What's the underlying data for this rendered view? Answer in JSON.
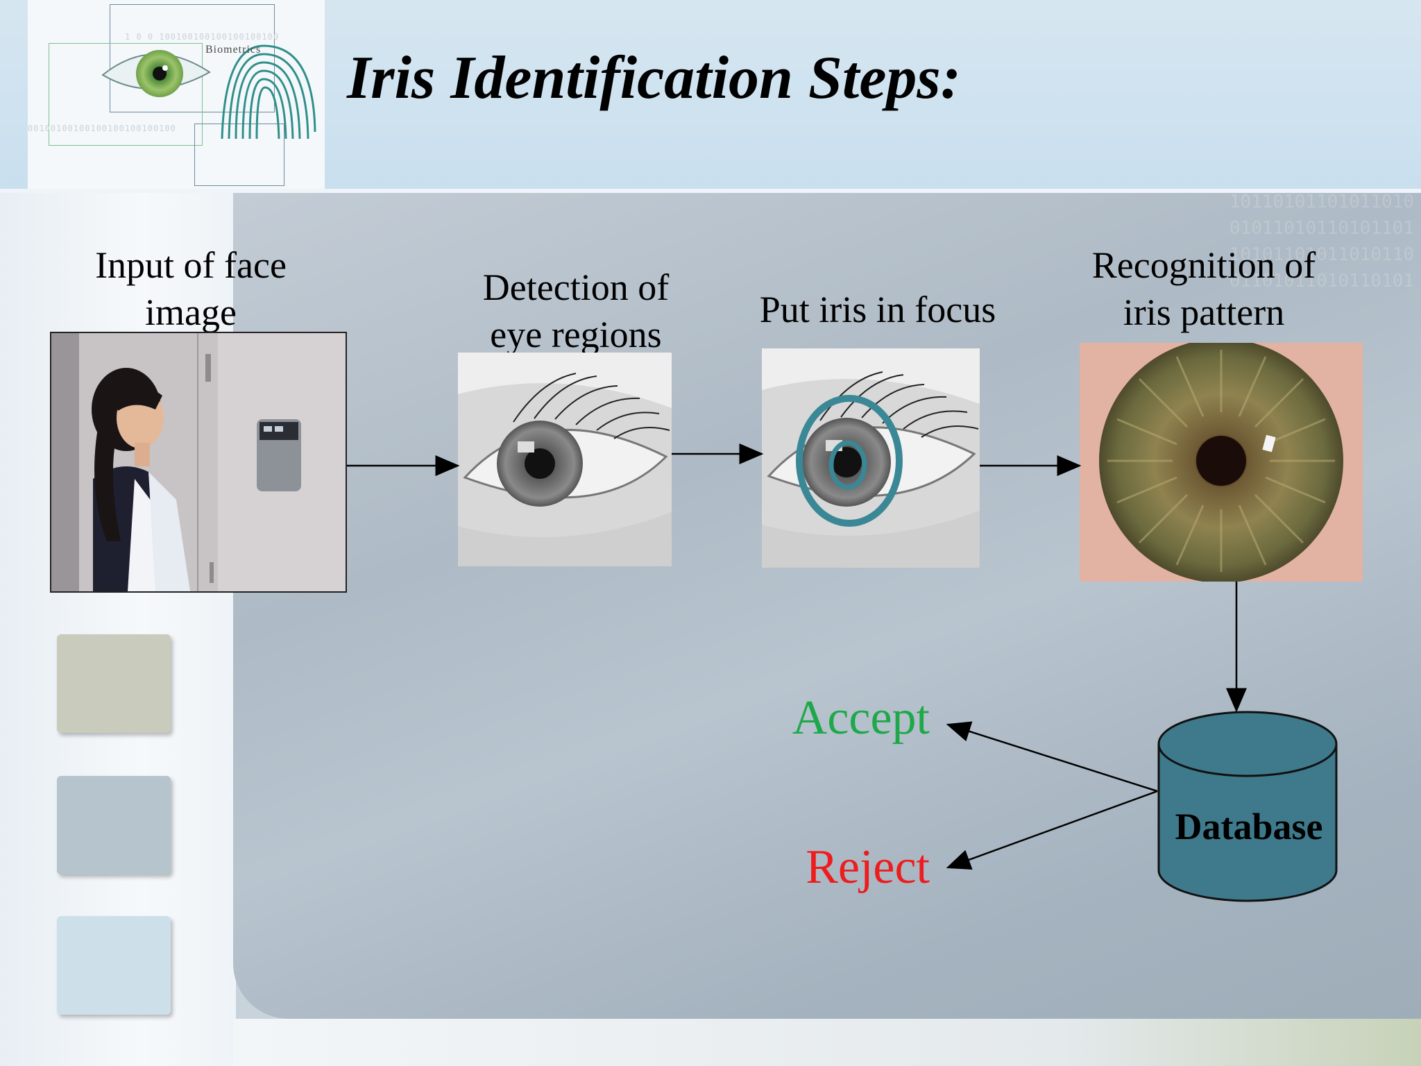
{
  "logo": {
    "title": "Biometrics"
  },
  "slide": {
    "title": "Iris Identification Steps:"
  },
  "steps": [
    {
      "label": "Input of face image"
    },
    {
      "label": "Detection of eye regions"
    },
    {
      "label": "Put iris in focus"
    },
    {
      "label": "Recognition of iris pattern"
    }
  ],
  "database": {
    "label": "Database",
    "fill": "#3e7a8c"
  },
  "outcomes": {
    "accept": {
      "label": "Accept",
      "color": "#1ea84a"
    },
    "reject": {
      "label": "Reject",
      "color": "#ee1c1c"
    }
  },
  "colors": {
    "focus_ring": "#3a8796"
  }
}
